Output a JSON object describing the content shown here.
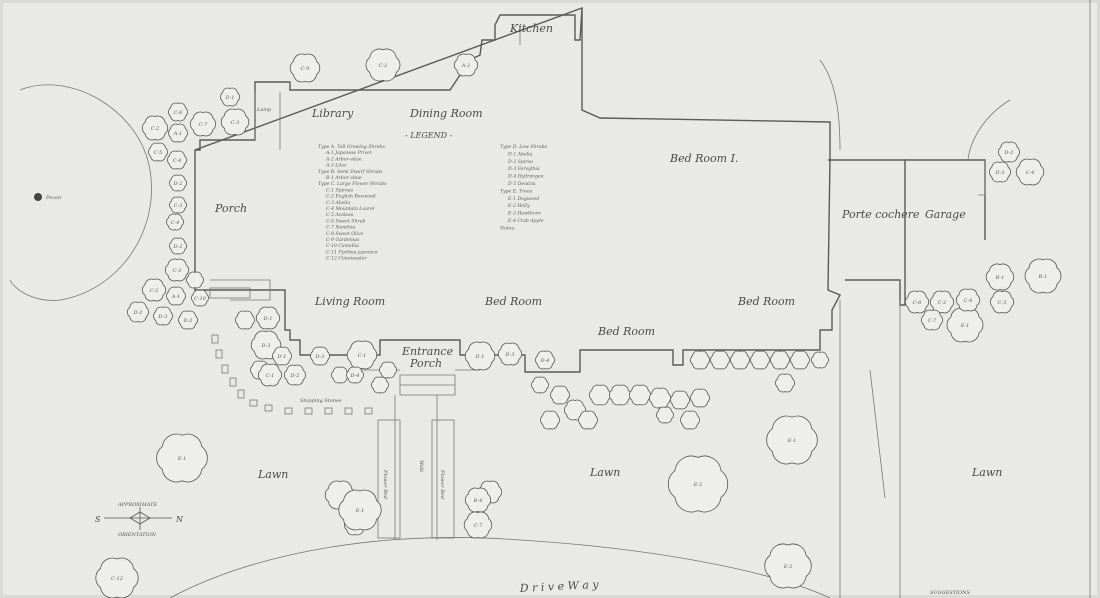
{
  "rooms": {
    "kitchen": "Kitchen",
    "library": "Library",
    "dining_room": "Dining Room",
    "bed_room_1": "Bed Room I.",
    "porch": "Porch",
    "porte_cochere": "Porte cochere",
    "garage": "Garage",
    "living_room": "Living Room",
    "bed_room_a": "Bed Room",
    "bed_room_b": "Bed Room",
    "bed_room_c": "Bed Room",
    "entrance_porch_1": "Entrance",
    "entrance_porch_2": "Porch"
  },
  "site": {
    "lawn_left": "Lawn",
    "lawn_mid": "Lawn",
    "lawn_right": "Lawn",
    "drive_way": "D r i v e   W a y",
    "walk": "Walk",
    "flower_bed_left": "Flower Bed",
    "flower_bed_right": "Flower Bed",
    "stepping_stones": "Stepping Stones",
    "pecan": "Pecan",
    "lamp": "Lamp",
    "suggestions": "SUGGESTIONS"
  },
  "legend": {
    "title": "- LEGEND -",
    "col1": [
      "Type A. Tall Growing Shrubs",
      "A-1 Japanese Privet",
      "A-2 Arbor-vitae",
      "A-3 Lilac",
      "Type B. Semi Dwarf Shrubs",
      "B-1 Arbor-vitae",
      "Type C. Large Flower Shrubs",
      "C-1 Spireas",
      "C-2 English Boxwood",
      "C-3 Abelia",
      "C-4 Mountain Laurel",
      "C-5 Azaleas",
      "C-6 Sweet Shrub",
      "C-7 Nandina",
      "C-8 Sweet Olive",
      "C-9 Gardenias",
      "C-10 Camellia",
      "C-11 Pyrthea japonica",
      "C-12 Cotoneaster"
    ],
    "col2": [
      "Type D. Low Shrubs",
      "D-1 Abelia",
      "D-2 Spirea",
      "D-3 Forsythia",
      "D-4 Hydrangea",
      "D-5 Deutzia",
      "Type E. Trees",
      "E-1 Dogwood",
      "E-2 Holly",
      "E-3 Hawthorn",
      "E-4 Crab Apple",
      "Notes:"
    ]
  },
  "compass": {
    "south": "S",
    "north": "N",
    "top_label": "APPROXIMATE",
    "bottom_label": "ORIENTATION"
  },
  "plants": [
    {
      "id": "C-9",
      "label": "C-9"
    },
    {
      "id": "C-2",
      "label": "C-2"
    },
    {
      "id": "A-2",
      "label": "A-2"
    },
    {
      "id": "D-1",
      "label": "D-1"
    },
    {
      "id": "C-6",
      "label": "C-6"
    },
    {
      "id": "C-2b",
      "label": "C-2"
    },
    {
      "id": "A-1",
      "label": "A-1"
    },
    {
      "id": "C-7",
      "label": "C-7"
    },
    {
      "id": "C-3",
      "label": "C-3"
    },
    {
      "id": "C-5",
      "label": "C-5"
    },
    {
      "id": "C-4",
      "label": "C-4"
    },
    {
      "id": "D-2",
      "label": "D-2"
    },
    {
      "id": "C-3b",
      "label": "C-3"
    },
    {
      "id": "C-4b",
      "label": "C-4"
    },
    {
      "id": "D-2b",
      "label": "D-2"
    },
    {
      "id": "C-3c",
      "label": "C-3"
    },
    {
      "id": "C-2c",
      "label": "C-2"
    },
    {
      "id": "A-1b",
      "label": "A-1"
    },
    {
      "id": "D-2c",
      "label": "D-2"
    },
    {
      "id": "C-10",
      "label": "C-10"
    },
    {
      "id": "D-3",
      "label": "D-3"
    },
    {
      "id": "D-2d",
      "label": "D-2"
    },
    {
      "id": "D-1b",
      "label": "D-1"
    },
    {
      "id": "D-3b",
      "label": "D-3"
    },
    {
      "id": "D-1c",
      "label": "D-1"
    },
    {
      "id": "C-1",
      "label": "C-1"
    },
    {
      "id": "D-2e",
      "label": "D-2"
    },
    {
      "id": "D-3c",
      "label": "D-3"
    },
    {
      "id": "C-1b",
      "label": "C-1"
    },
    {
      "id": "D-4",
      "label": "D-4"
    },
    {
      "id": "D-1d",
      "label": "D-1"
    },
    {
      "id": "D-3d",
      "label": "D-3"
    },
    {
      "id": "D-4b",
      "label": "D-4"
    },
    {
      "id": "E-1",
      "label": "E-1"
    },
    {
      "id": "E-1b",
      "label": "E-1"
    },
    {
      "id": "E-2",
      "label": "E-2"
    },
    {
      "id": "E-2b",
      "label": "E-2"
    },
    {
      "id": "B-1",
      "label": "B-1"
    },
    {
      "id": "D-2f",
      "label": "D-2"
    },
    {
      "id": "D-3e",
      "label": "D-3"
    },
    {
      "id": "C-4c",
      "label": "C-4"
    },
    {
      "id": "E-1c",
      "label": "E-1"
    },
    {
      "id": "B-1b",
      "label": "B-1"
    },
    {
      "id": "C-6b",
      "label": "C-6"
    },
    {
      "id": "C-2d",
      "label": "C-2"
    },
    {
      "id": "C-4d",
      "label": "C-4"
    },
    {
      "id": "C-3d",
      "label": "C-3"
    },
    {
      "id": "C-7b",
      "label": "C-7"
    },
    {
      "id": "E-1d",
      "label": "E-1"
    },
    {
      "id": "C-12",
      "label": "C-12"
    },
    {
      "id": "B-4",
      "label": "B-4"
    },
    {
      "id": "C-7c",
      "label": "C-7"
    }
  ],
  "colors": {
    "paper": "#e9e9e6",
    "ink": "#555555"
  }
}
